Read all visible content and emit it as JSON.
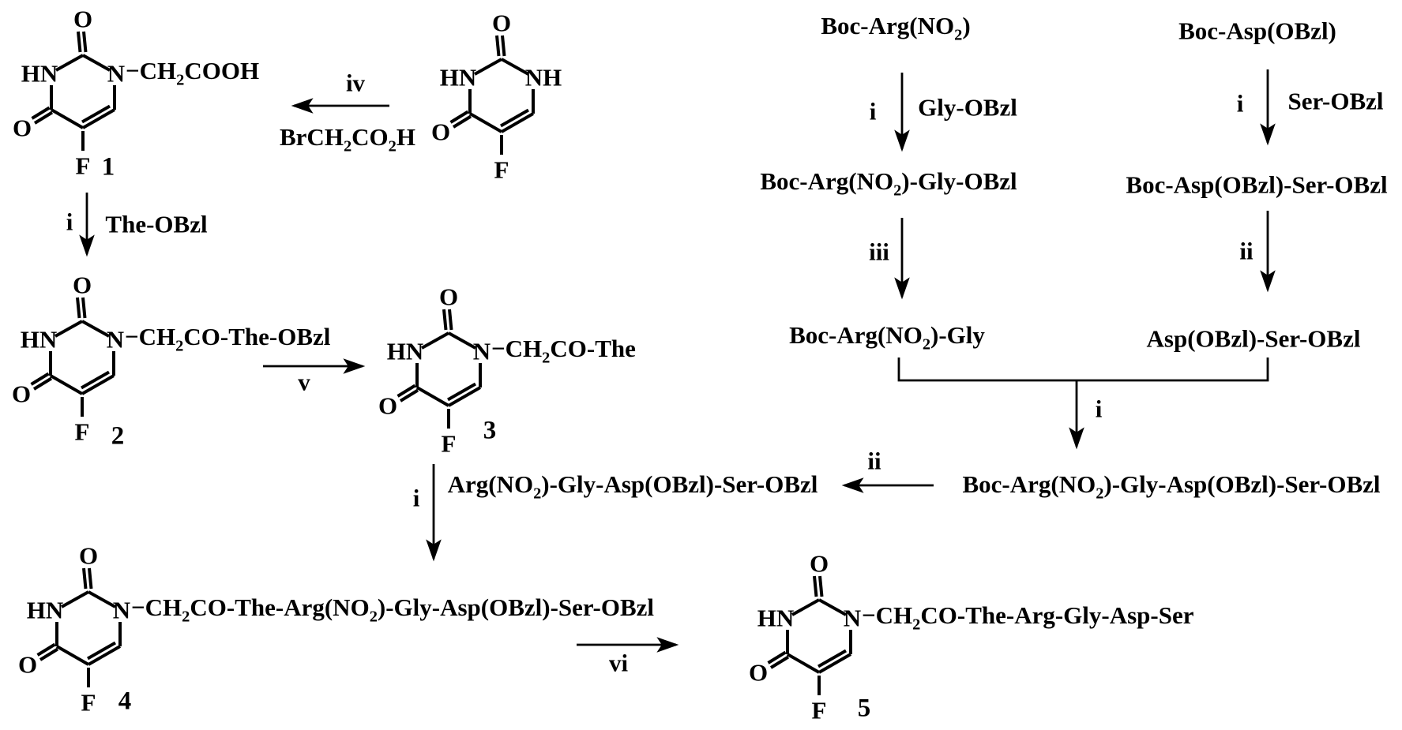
{
  "structures": {
    "fu": {
      "o_top": "O",
      "n_left": "HN",
      "n_right": "NH",
      "o_left": "O",
      "f": "F"
    },
    "s1": {
      "o_top": "O",
      "n_left": "HN",
      "n_right": "N",
      "o_left": "O",
      "f": "F",
      "side": "−CH₂COOH",
      "num": "1"
    },
    "s2": {
      "o_top": "O",
      "n_left": "HN",
      "n_right": "N",
      "o_left": "O",
      "f": "F",
      "side": "−CH₂CO-The-OBzl",
      "num": "2"
    },
    "s3": {
      "o_top": "O",
      "n_left": "HN",
      "n_right": "N",
      "o_left": "O",
      "f": "F",
      "side": "−CH₂CO-The",
      "num": "3"
    },
    "s4": {
      "o_top": "O",
      "n_left": "HN",
      "n_right": "N",
      "o_left": "O",
      "f": "F",
      "side": "−CH₂CO-The-Arg(NO₂)-Gly-Asp(OBzl)-Ser-OBzl",
      "num": "4"
    },
    "s5": {
      "o_top": "O",
      "n_left": "HN",
      "n_right": "N",
      "o_left": "O",
      "f": "F",
      "side": "−CH₂CO-The-Arg-Gly-Asp-Ser",
      "num": "5"
    }
  },
  "compounds": {
    "boc_arg": "Boc-Arg(NO₂)",
    "boc_asp": "Boc-Asp(OBzl)",
    "boc_arg_gly_obzl": "Boc-Arg(NO₂)-Gly-OBzl",
    "boc_asp_ser_obzl": "Boc-Asp(OBzl)-Ser-OBzl",
    "boc_arg_gly": "Boc-Arg(NO₂)-Gly",
    "asp_ser_obzl": "Asp(OBzl)-Ser-OBzl",
    "arg_gly_asp_obzl_ser_obzl": "Arg(NO₂)-Gly-Asp(OBzl)-Ser-OBzl",
    "boc_arg_gly_asp_obzl_ser_obzl": "Boc-Arg(NO₂)-Gly-Asp(OBzl)-Ser-OBzl"
  },
  "steps": {
    "iv": {
      "label": "iv",
      "reagent": "BrCH₂CO₂H"
    },
    "i_the": {
      "label": "i",
      "reagent": "The-OBzl"
    },
    "v": {
      "label": "v"
    },
    "i_pep": {
      "label": "i"
    },
    "vi": {
      "label": "vi"
    },
    "i_gly": {
      "label": "i",
      "reagent": "Gly-OBzl"
    },
    "iii": {
      "label": "iii"
    },
    "i_ser": {
      "label": "i",
      "reagent": "Ser-OBzl"
    },
    "ii_a": {
      "label": "ii"
    },
    "i_conv": {
      "label": "i"
    },
    "ii_b": {
      "label": "ii"
    }
  }
}
